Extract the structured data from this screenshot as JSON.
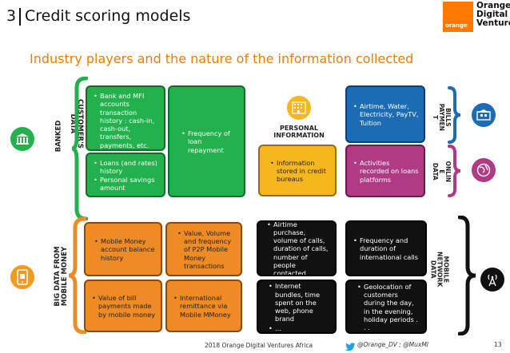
{
  "header": {
    "section_number": "3",
    "title": "Credit scoring models",
    "logo_brand_word": "orange",
    "logo_line1": "Orange",
    "logo_line2": "Digital",
    "logo_line3": "Ventures"
  },
  "subtitle": "Industry players and the nature of the information collected",
  "labels": {
    "banked": "BANKED",
    "customers_data_1": "CUSTOMER'S",
    "customers_data_2": "DATA",
    "big_data_1": "BIG DATA FROM",
    "big_data_2": "MOBILE MONEY",
    "personal_info_1": "PERSONAL",
    "personal_info_2": "INFORMATION",
    "bills_payment_1": "BILLS",
    "bills_payment_2": "PAYMEN",
    "bills_payment_3": "T",
    "online_data_1": "ONLIN",
    "online_data_2": "E",
    "online_data_3": "DATA",
    "mobile_network_1": "MOBILE",
    "mobile_network_2": "NETWORK",
    "mobile_network_3": "DATA"
  },
  "boxes": {
    "bank_mfi": [
      "Bank and MFI accounts transaction history : cash-in, cash-out, transfers, payments, etc."
    ],
    "loans": [
      "Loans (and rates) history",
      "Personal savings amount"
    ],
    "loan_frequency": [
      "Frequency of loan repayment"
    ],
    "credit_bureaus": [
      "Information stored in credit bureaus"
    ],
    "bills": [
      "Airtime, Water, Electricity, PayTV, Tuition"
    ],
    "online": [
      "Activities recorded on loans platforms"
    ],
    "mm_balance": [
      "Mobile Money account balance history"
    ],
    "p2p_volume": [
      "Value, Volume and frequency of P2P Mobile Money transactions"
    ],
    "bill_payments": [
      "Value of bill payments made by mobile money"
    ],
    "remittance": [
      "International remittance via Mobile MMoney"
    ],
    "airtime_calls": [
      "Airtime purchase, volume of calls, duration of calls, number of people contacted ..."
    ],
    "intl_calls": [
      "Frequency and duration of international calls"
    ],
    "internet": [
      "Internet bundles, time spent on the web, phone brand",
      "..."
    ],
    "geolocation": [
      "Geolocation of customers during the day, in the evening, holiday periods . . ."
    ]
  },
  "footer": {
    "copyright": "2018 Orange Digital Ventures Africa",
    "twitter": "@Orange_DV ; @MuxMl",
    "page_number": "13"
  },
  "colors": {
    "accent_orange": "#ff7900",
    "subtitle_orange": "#ef7d00",
    "green": "#22b14c",
    "yellow": "#f6b71d",
    "blue": "#1c6bb5",
    "purple": "#b03a83",
    "twitter_blue": "#1da1f2"
  },
  "icons": [
    "bank-icon",
    "building-icon",
    "bill-icon",
    "globe-icon",
    "mobile-phone-icon",
    "antenna-icon",
    "twitter-icon"
  ]
}
